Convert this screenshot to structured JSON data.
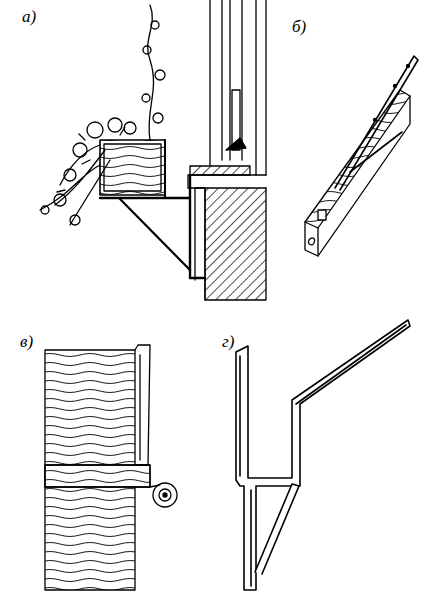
{
  "diagram": {
    "labels": [
      "а)",
      "б)",
      "в)",
      "г)"
    ]
  }
}
